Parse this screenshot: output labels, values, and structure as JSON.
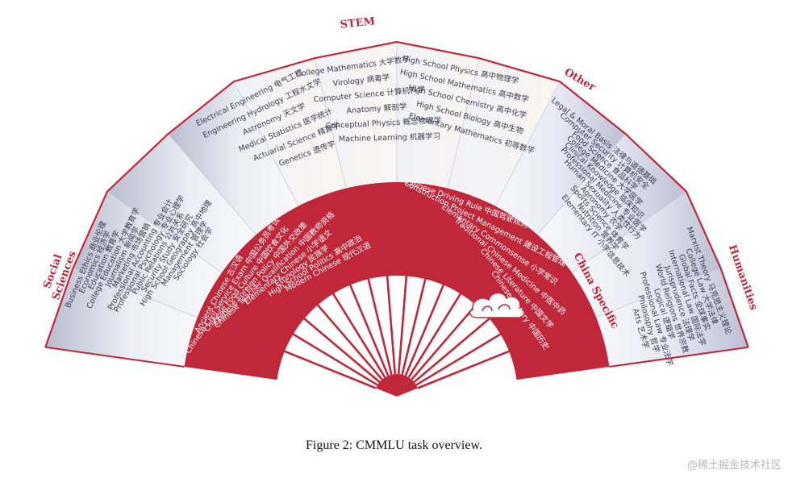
{
  "caption": "Figure 2: CMMLU task overview.",
  "watermark": "@稀土掘金技术社区",
  "colors": {
    "accent": "#c0283a",
    "panel": "#eef0f6",
    "panel_dark": "#b8bccd"
  },
  "categories": [
    {
      "key": "social",
      "lines": [
        "Social",
        "Sciences"
      ],
      "subjects": [
        "Business Ethics 商业伦理",
        "Economics 经济学",
        "Education 教育学",
        "College Education 大学教育学",
        "Journalism 新闻学",
        "Marketing 市场营销",
        "Professional Accounting 专业会计",
        "Professional Psychology 专业心理学",
        "Public Relations 公共关系",
        "Security Study 安全研究",
        "High School Geography 高中地理",
        "Management 管理学",
        "Sociology 社会学"
      ]
    },
    {
      "key": "stem",
      "lines": [
        "STEM"
      ],
      "subjects": [
        "Electrical Engineering 电气工程",
        "Engineering Hydrology 工程水文学",
        "Astronomy 天文学",
        "Medical Statistics 医学统计",
        "Actuarial Science 精算学",
        "Genetics 遗传学",
        "College Mathematics 大学数学",
        "Virology 病毒学",
        "Computer Science 计算机科学",
        "Anatomy 解剖学",
        "Conceptual Physics 概念物理学",
        "Machine Learning 机器学习",
        "High School Physics 高中物理学",
        "High School Mathematics 高中数学",
        "High School Chemistry 高中化学",
        "High School Biology 高中生物",
        "Elementary Mathematics 初等数学"
      ]
    },
    {
      "key": "other",
      "lines": [
        "Other"
      ],
      "subjects": [
        "Legal & Moral Basis 法律与道德基础",
        "Computer Security 计算机安全",
        "Food Science 食品科学",
        "College Medicine 大学医学",
        "Clinical Knowledge 临床知识",
        "Professional Medicine 专业医学",
        "Human Sexuality 人类性行为",
        "Agronomy 农学",
        "Sports Science 体育学",
        "Nutrition 营养学",
        "Elementary IT 小学信息技术"
      ]
    },
    {
      "key": "humanities",
      "lines": [
        "Humanities"
      ],
      "subjects": [
        "Marxist Theory 马克思主义理论",
        "College Law 大学法律",
        "Global Facts 全球事实",
        "International Law 国际法学",
        "Jurisprudence 法理学",
        "World Religions 世界宗教",
        "Logical 逻辑学",
        "Professional Law 专业法学",
        "Philosophy 哲学",
        "Arts 艺术学"
      ]
    },
    {
      "key": "china",
      "lines": [
        "China Specific"
      ],
      "subjects": [
        "Ancient Chinese 古汉语",
        "Chinese Civil Service Exam 中国公务员考试",
        "Chinese Food Culture 中国饮食文化",
        "Chinese Foreign Policy 中国外交政策",
        "Chinese Teacher Qualification 中国教师资格",
        "Elementary Chinese 小学语文",
        "Ethnology 民族学",
        "High School Politics 高中政治",
        "Modern Chinese 现代汉语",
        "Chinese Driving Rule 中国驾驶规则",
        "Construction Project Management 建设工程管理",
        "Elementary Commonsense 小学常识",
        "Traditional Chinese Medicine 中医中药",
        "Chinese Literature 中国文学",
        "Chinese History 中国历史"
      ]
    }
  ]
}
